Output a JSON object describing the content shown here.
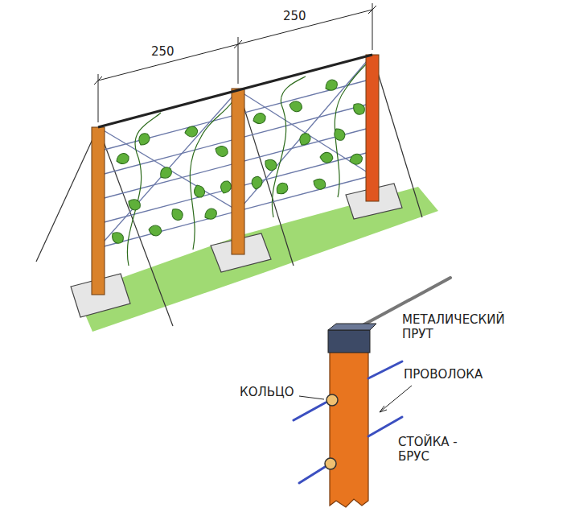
{
  "diagram": {
    "labels": [
      "250",
      "250",
      "МЕТАЛИЧЕСКИЙ ПРУТ",
      "КОЛЬЦО",
      "ПРОВОЛОКА",
      "СТОЙКА - БРУС"
    ]
  }
}
